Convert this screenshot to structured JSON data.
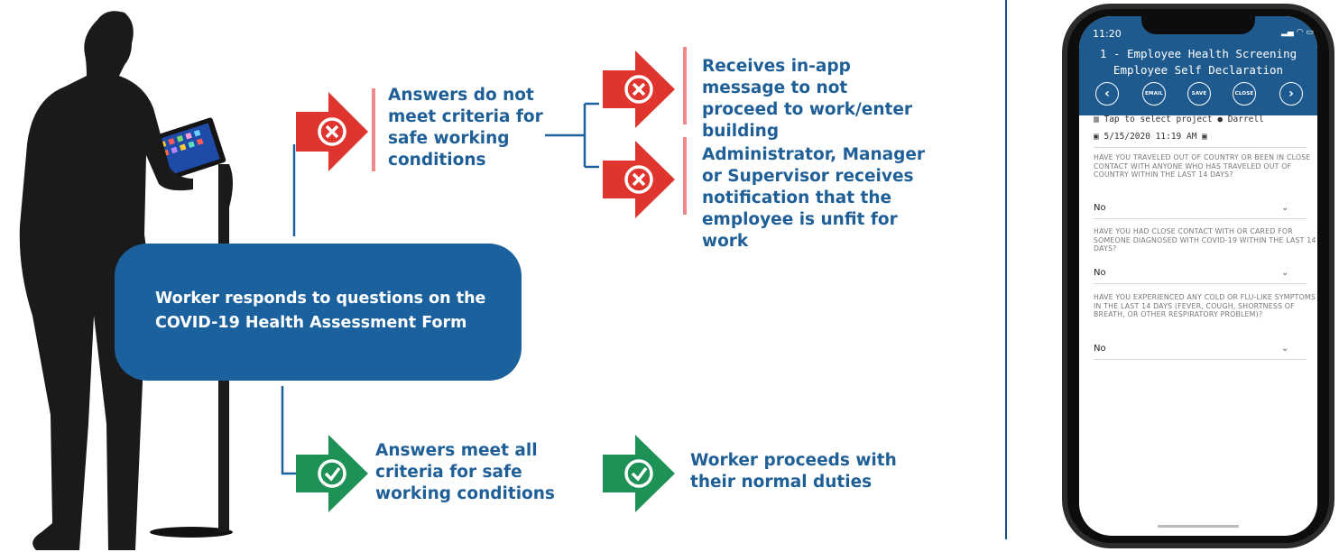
{
  "flow": {
    "center_text": "Worker responds to questions on the COVID-19 Health Assessment Form",
    "fail_text": "Answers do not meet criteria for safe working conditions",
    "fail_outcome_1": "Receives in-app message to not proceed to work/enter building",
    "fail_outcome_2": "Administrator, Manager or Supervisor receives notification that the employee is unfit for work",
    "pass_text": "Answers meet all criteria for safe working conditions",
    "pass_outcome": "Worker proceeds with their normal duties",
    "fail_color": "#e0342f",
    "pass_color": "#1e9156",
    "accent_color": "#1b619d"
  },
  "phone": {
    "status_time": "11:20",
    "title_line1": "1 - Employee Health Screening",
    "title_line2": "Employee Self Declaration",
    "toolbar": {
      "email": "EMAIL",
      "save": "SAVE",
      "close": "CLOSE"
    },
    "project_placeholder": "Tap to select project",
    "user": "Darrell",
    "datetime": "5/15/2020 11:19 AM",
    "questions": [
      {
        "text": "HAVE YOU TRAVELED OUT OF COUNTRY OR BEEN IN CLOSE CONTACT WITH ANYONE WHO HAS TRAVELED OUT OF COUNTRY  WITHIN THE LAST 14 DAYS?",
        "answer": "No"
      },
      {
        "text": "HAVE YOU HAD CLOSE CONTACT WITH OR CARED FOR SOMEONE DIAGNOSED WITH  COVID-19 WITHIN THE LAST 14 DAYS?",
        "answer": "No"
      },
      {
        "text": "HAVE YOU EXPERIENCED ANY COLD OR FLU-LIKE SYMPTOMS IN THE LAST 14  DAYS (FEVER, COUGH, SHORTNESS OF BREATH, OR OTHER RESPIRATORY PROBLEM)?",
        "answer": "No"
      }
    ],
    "header_color": "#1f5a8e"
  }
}
